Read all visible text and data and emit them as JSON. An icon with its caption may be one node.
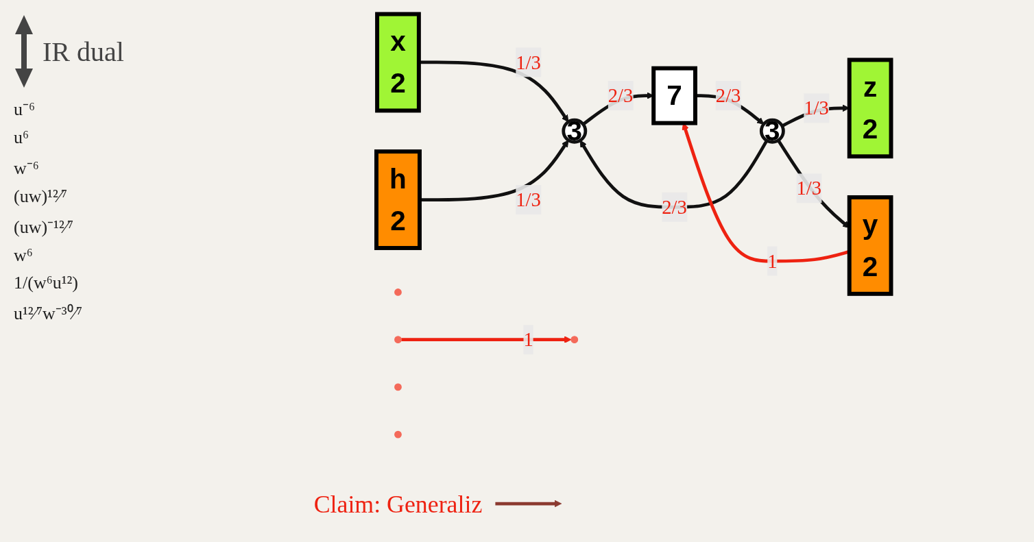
{
  "diagram": {
    "nodes": [
      {
        "text": [
          "x",
          "2"
        ]
      },
      {
        "text": [
          "z",
          "2"
        ]
      },
      {
        "text": [
          "3"
        ]
      },
      {
        "text": [
          "3"
        ]
      },
      {
        "text": [
          "h",
          "2"
        ]
      },
      {
        "text": [
          "7"
        ]
      },
      {
        "text": [
          "y",
          "2"
        ]
      },
      {
        "text": [],
        "shape": "circle"
      },
      {
        "text": [],
        "shape": "circle"
      },
      {
        "text": [],
        "shape": "circle"
      },
      {
        "text": [],
        "shape": "circle"
      },
      {
        "text": [],
        "shape": "circle"
      },
      {
        "text": [
          "Claim: Generaliz"
        ]
      }
    ],
    "edges": [
      {
        "from": 0,
        "to": 2,
        "arrow": "to",
        "label": "1/3"
      },
      {
        "from": 4,
        "to": 2,
        "arrow": "to",
        "label": "1/3"
      },
      {
        "from": 3,
        "to": 2,
        "arrow": "to",
        "label": "2/3"
      },
      {
        "from": 2,
        "to": 5,
        "arrow": "to",
        "label": "2/3"
      },
      {
        "from": 5,
        "to": 3,
        "arrow": "to",
        "label": "2/3"
      },
      {
        "from": 3,
        "to": 1,
        "arrow": "to",
        "label": "1/3"
      },
      {
        "from": 3,
        "to": 6,
        "arrow": "to",
        "label": "1/3"
      },
      {
        "from": 6,
        "to": 5,
        "arrow": "to",
        "label": "1",
        "color": "#ee2211"
      },
      {
        "from": 9,
        "to": 8,
        "arrow": "to",
        "label": "1",
        "color": "#ee2211"
      },
      {
        "from": 12,
        "to": null,
        "arrow": "to",
        "color": "#8b3a30"
      }
    ],
    "labels": [
      "IR dual",
      "u⁻⁶",
      "u⁶",
      "w⁻⁶",
      "(uw)¹²⁄⁷",
      "(uw)⁻¹²⁄⁷",
      "w⁶",
      "1/(w⁶u¹²)",
      "u¹²⁄⁷w⁻³⁰⁄⁷"
    ]
  }
}
